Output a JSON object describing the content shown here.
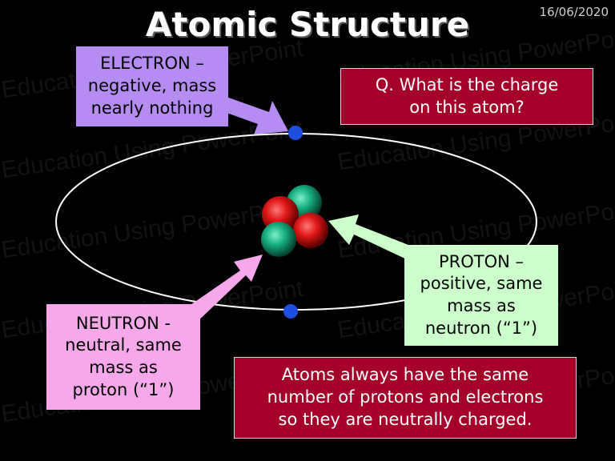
{
  "slide": {
    "title": "Atomic Structure",
    "date": "16/06/2020",
    "watermark_text": "Education Using PowerPoint"
  },
  "labels": {
    "electron": {
      "lines": [
        "ELECTRON –",
        "negative, mass",
        "nearly nothing"
      ],
      "color": "#b58cf2"
    },
    "neutron": {
      "lines": [
        "NEUTRON -",
        "neutral, same",
        "mass as",
        "proton (“1”)"
      ],
      "color": "#f6a8ea"
    },
    "proton": {
      "lines": [
        "PROTON –",
        "positive, same",
        "mass as",
        "neutron (“1”)"
      ],
      "color": "#ccffcc"
    }
  },
  "question": {
    "lines": [
      "Q. What is the charge",
      "on this atom?"
    ]
  },
  "answer": {
    "lines": [
      "Atoms always have the same",
      "number of protons and electrons",
      "so they are neutrally charged."
    ]
  },
  "colors": {
    "background": "#000000",
    "box_red": "#a4002a",
    "electron_dot": "#1f4fe0",
    "proton_red": "#e01818",
    "neutron_teal": "#17b083",
    "orbit": "#ffffff"
  }
}
